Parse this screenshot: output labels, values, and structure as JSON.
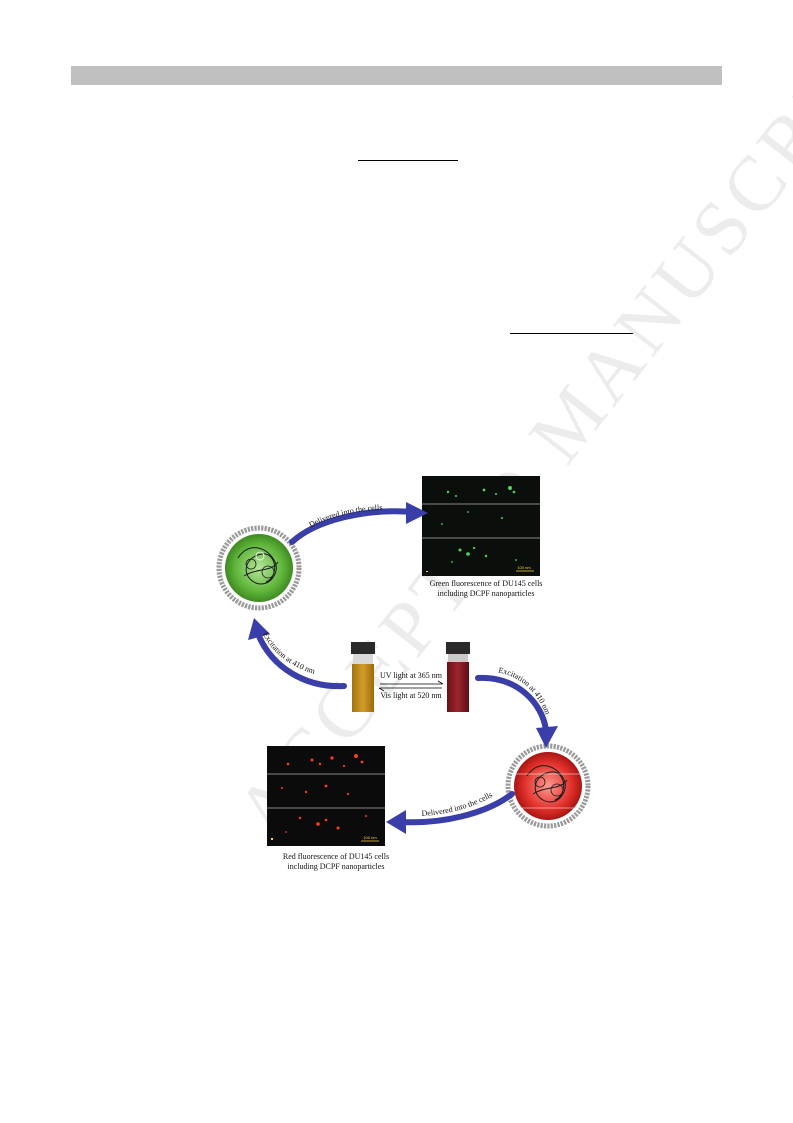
{
  "watermark": "ACCEPTED MANUSCRIPT",
  "figure": {
    "arrow_top": "Delivered into the cells",
    "arrow_bottom": "Delivered into the cells",
    "arrow_left": "Excitation at 410 nm",
    "arrow_right": "Excitation at 410 nm",
    "uv_label": "UV light at 365 nm",
    "vis_label": "Vis light at 520 nm",
    "green_caption_line1": "Green fluorescence  of DU145 cells",
    "green_caption_line2": "including DCPF nanoparticles",
    "red_caption_line1": "Red fluorescence  of DU145 cells",
    "red_caption_line2": "including DCPF nanoparticles",
    "scale_bar_green": "100 nm",
    "scale_bar_red": "100 nm",
    "colors": {
      "green_particle": "#5fb53a",
      "red_particle": "#e0302a",
      "arrow": "#3a3ea8",
      "vial_yellow": "#c7901c",
      "vial_red": "#8a1d24"
    }
  }
}
